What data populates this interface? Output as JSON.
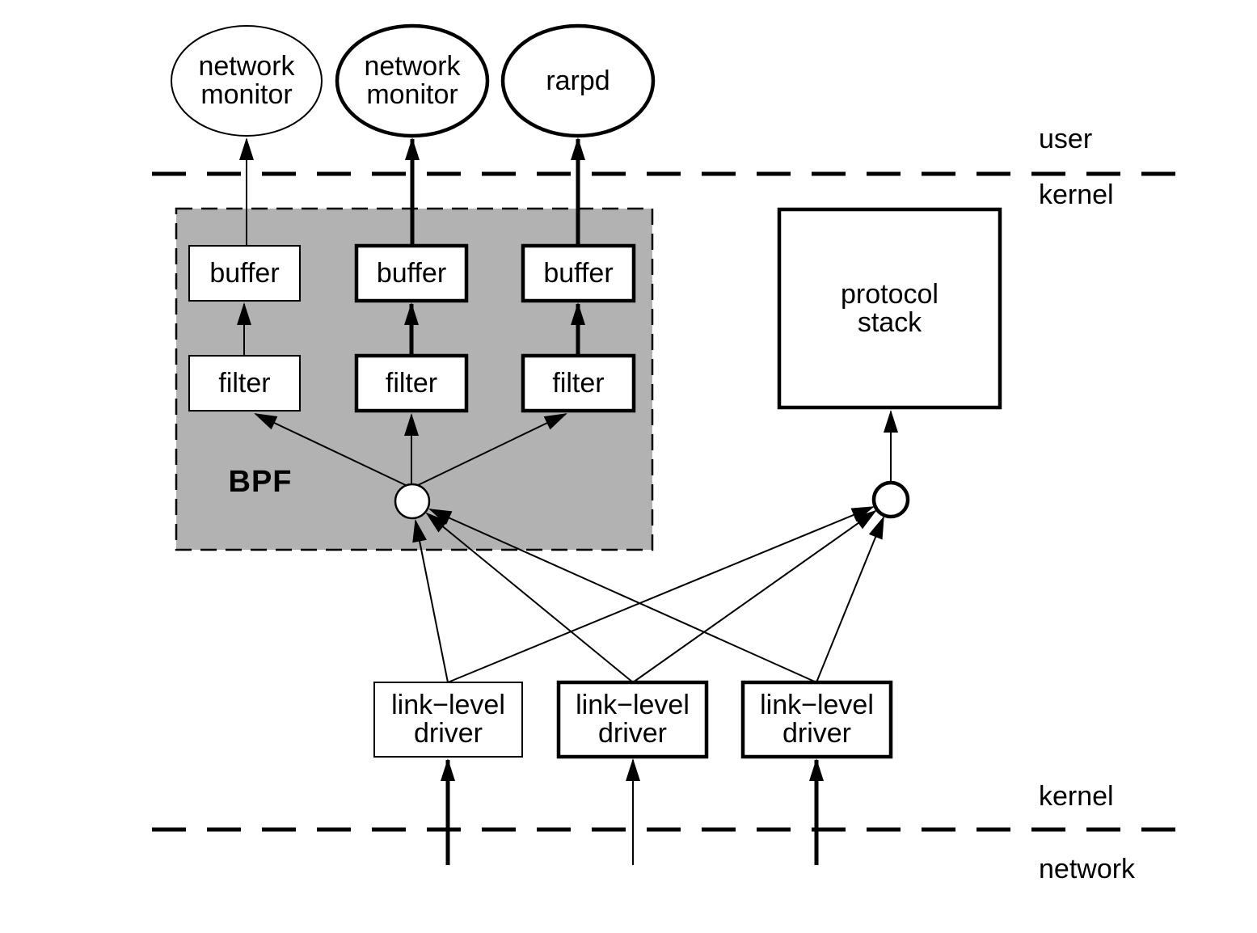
{
  "diagram": {
    "bpf_label": "BPF",
    "region_labels": {
      "user": "user",
      "kernel_top": "kernel",
      "kernel_bottom": "kernel",
      "network": "network"
    },
    "processes": [
      {
        "name": "network-monitor-1",
        "lines": [
          "network",
          "monitor"
        ]
      },
      {
        "name": "network-monitor-2",
        "lines": [
          "network",
          "monitor"
        ]
      },
      {
        "name": "rarpd",
        "lines": [
          "rarpd"
        ]
      }
    ],
    "buffers": [
      "buffer",
      "buffer",
      "buffer"
    ],
    "filters": [
      "filter",
      "filter",
      "filter"
    ],
    "protocol_stack": {
      "lines": [
        "protocol",
        "stack"
      ]
    },
    "drivers": [
      {
        "lines": [
          "link−level",
          "driver"
        ]
      },
      {
        "lines": [
          "link−level",
          "driver"
        ]
      },
      {
        "lines": [
          "link−level",
          "driver"
        ]
      }
    ],
    "colors": {
      "bpf-fill": "#b2b2b2",
      "line": "#000000",
      "bg": "#ffffff"
    }
  }
}
